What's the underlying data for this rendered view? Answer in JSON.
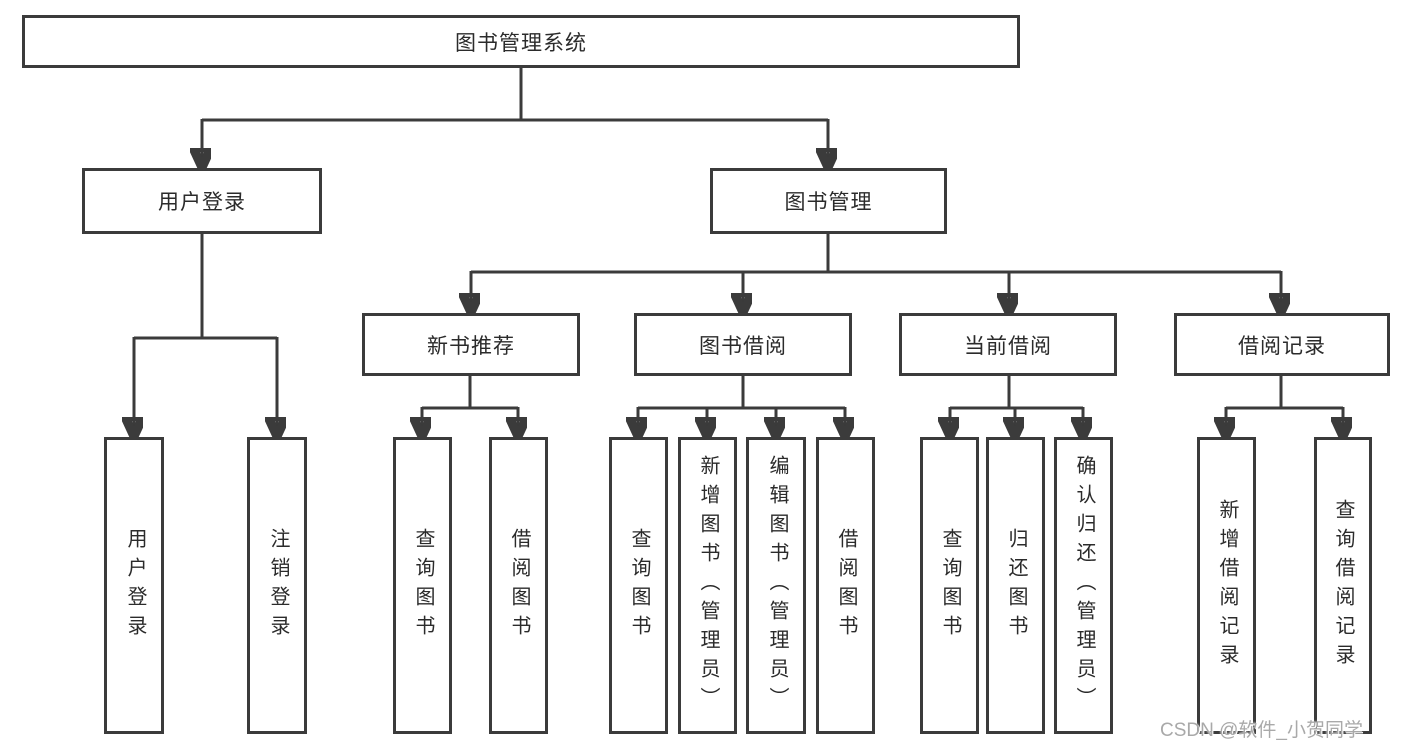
{
  "diagram": {
    "tree": {
      "label": "图书管理系统",
      "children": [
        {
          "label": "用户登录",
          "children": [
            {
              "label": "用户登录"
            },
            {
              "label": "注销登录"
            }
          ]
        },
        {
          "label": "图书管理",
          "children": [
            {
              "label": "新书推荐",
              "children": [
                {
                  "label": "查询图书"
                },
                {
                  "label": "借阅图书"
                }
              ]
            },
            {
              "label": "图书借阅",
              "children": [
                {
                  "label": "查询图书"
                },
                {
                  "label": "新增图书（管理员）"
                },
                {
                  "label": "编辑图书（管理员）"
                },
                {
                  "label": "借阅图书"
                }
              ]
            },
            {
              "label": "当前借阅",
              "children": [
                {
                  "label": "查询图书"
                },
                {
                  "label": "归还图书"
                },
                {
                  "label": "确认归还（管理员）"
                }
              ]
            },
            {
              "label": "借阅记录",
              "children": [
                {
                  "label": "新增借阅记录"
                },
                {
                  "label": "查询借阅记录"
                }
              ]
            }
          ]
        }
      ]
    },
    "watermark": "CSDN @软件_小贺同学",
    "colors": {
      "line": "#3b3b3b",
      "box_fill": "#ffffff",
      "text": "#2b2b2b",
      "watermark": "#a9a9a9"
    }
  }
}
